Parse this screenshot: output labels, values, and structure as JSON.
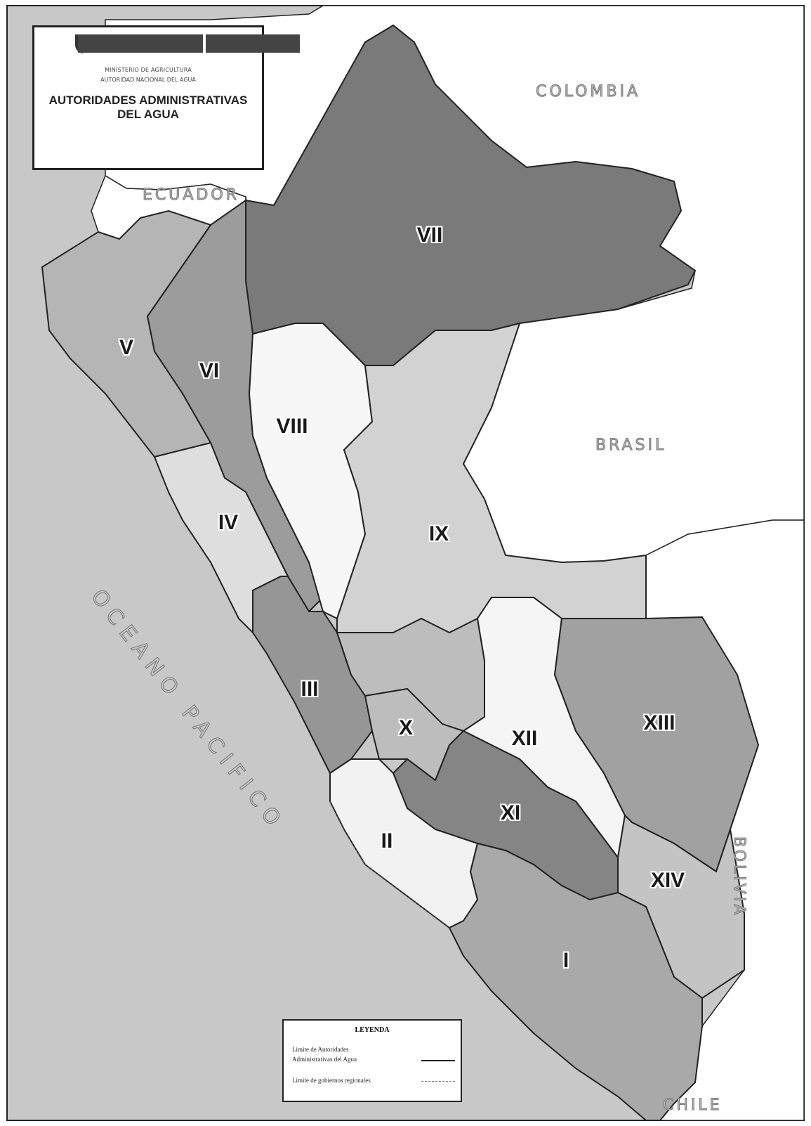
{
  "title_box": {
    "ministry": "MINISTERIO DE AGRICULTURA",
    "agency": "AUTORIDAD NACIONAL DEL AGUA",
    "title_line1": "AUTORIDADES ADMINISTRATIVAS",
    "title_line2": "DEL AGUA",
    "small1": "",
    "small2": "",
    "small3": ""
  },
  "regions": [
    {
      "id": "I",
      "fill": "#a9a9a9"
    },
    {
      "id": "II",
      "fill": "#f2f2f2"
    },
    {
      "id": "III",
      "fill": "#969696"
    },
    {
      "id": "IV",
      "fill": "#dedede"
    },
    {
      "id": "V",
      "fill": "#b5b5b5"
    },
    {
      "id": "VI",
      "fill": "#9c9c9c"
    },
    {
      "id": "VII",
      "fill": "#7a7a7a"
    },
    {
      "id": "VIII",
      "fill": "#f7f7f7"
    },
    {
      "id": "IX",
      "fill": "#d2d2d2"
    },
    {
      "id": "X",
      "fill": "#bdbdbd"
    },
    {
      "id": "XI",
      "fill": "#858585"
    },
    {
      "id": "XII",
      "fill": "#f5f5f5"
    },
    {
      "id": "XIII",
      "fill": "#a1a1a1"
    },
    {
      "id": "XIV",
      "fill": "#c4c4c4"
    }
  ],
  "countries": {
    "colombia": "COLOMBIA",
    "ecuador": "ECUADOR",
    "brasil": "BRASIL",
    "bolivia": "BOLIVIA",
    "chile": "CHILE"
  },
  "ocean": "OCEANO PACIFICO",
  "legend": {
    "title": "LEYENDA",
    "item1_line1": "Límite de Autoridades",
    "item1_line2": "Administrativas del Agua",
    "item2": "Límite de gobiernos regionales"
  },
  "colors": {
    "ocean": "#c8c8c8",
    "neighbors": "#ffffff",
    "border": "#222222"
  }
}
